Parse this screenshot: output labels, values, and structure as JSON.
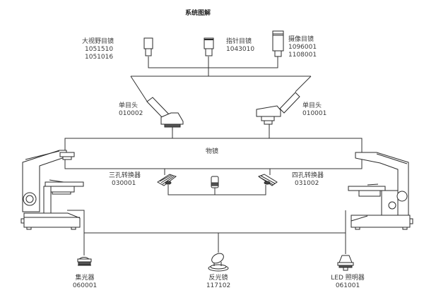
{
  "title": "系统图解",
  "eyepieces": [
    {
      "name": "大视野目镜",
      "codes": [
        "1051510",
        "1051016"
      ]
    },
    {
      "name": "指针目镜",
      "codes": [
        "1043010"
      ]
    },
    {
      "name": "摄像目镜",
      "codes": [
        "1096001",
        "1108001"
      ]
    }
  ],
  "heads": [
    {
      "name": "单目头",
      "codes": [
        "010002"
      ]
    },
    {
      "name": "单目头",
      "codes": [
        "010001"
      ]
    }
  ],
  "objective": {
    "name": "物镜"
  },
  "nosepieces": [
    {
      "name": "三孔转换器",
      "codes": [
        "030001"
      ]
    },
    {
      "name": "四孔转换器",
      "codes": [
        "031002"
      ]
    }
  ],
  "illumination": [
    {
      "name": "集光器",
      "codes": [
        "060001"
      ]
    },
    {
      "name": "反光镜",
      "codes": [
        "117102"
      ]
    },
    {
      "name": "LED 照明器",
      "codes": [
        "061001"
      ]
    }
  ],
  "colors": {
    "line": "#333333",
    "stroke": "#2a2a2a",
    "text": "#3a3a3a"
  }
}
